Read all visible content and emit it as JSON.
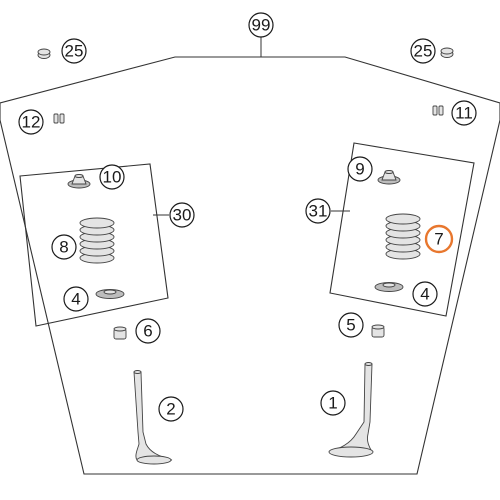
{
  "diagram": {
    "highlight_color": "#e8772e",
    "callouts": {
      "frame": "99",
      "keeper_left": "25",
      "keeper_right": "25",
      "cotter_left": "12",
      "cotter_right": "11",
      "retainer_left": "10",
      "retainer_right": "9",
      "kit_left": "30",
      "kit_right": "31",
      "spring_left": "8",
      "spring_right": "7",
      "seat_left": "4",
      "seat_right": "4",
      "seal_left": "6",
      "seal_right": "5",
      "valve_left": "2",
      "valve_right": "1"
    },
    "highlighted": [
      "spring_right"
    ]
  }
}
